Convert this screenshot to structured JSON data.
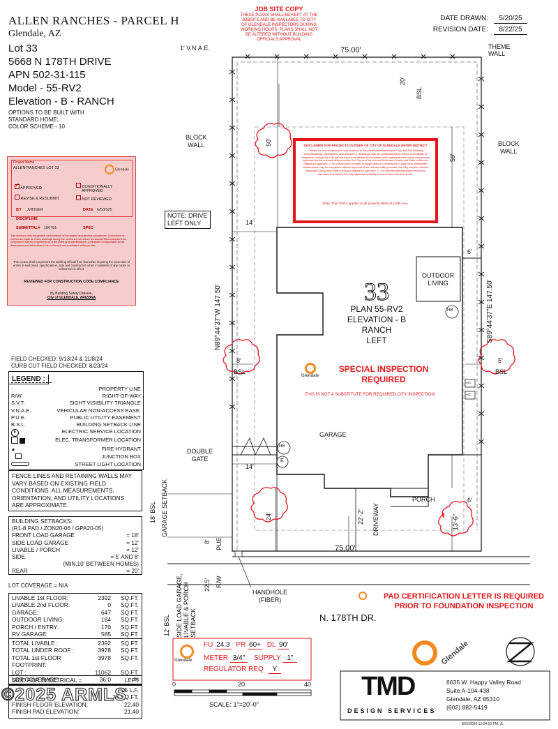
{
  "header": {
    "title": "ALLEN RANCHES - PARCEL H",
    "city": "Glendale, AZ",
    "lot": "Lot 33",
    "address": "5668 N 178TH DRIVE",
    "apn": "APN 502-31-115",
    "model": "Model - 55-RV2",
    "elevation": "Elevation - B - RANCH",
    "options_1": "OPTIONS TO BE BUILT WITH",
    "options_2": "STANDARD HOME:",
    "color_scheme": "COLOR SCHEME - 10"
  },
  "job_site": {
    "title": "JOB SITE COPY",
    "lines": [
      "THESE PLANS SHALL BE KEPT AT THE",
      "JOBSITE AND BE AVAILABLE TO CITY",
      "OF GLENDALE INSPECTORS DURING",
      "WORKING HOURS. PLANS SHALL NOT",
      "BE ALTERED WITHOUT BUILDING",
      "OFFICIALS APPROVAL"
    ]
  },
  "dates": {
    "drawn_label": "DATE DRAWN:",
    "drawn": "5/20/25",
    "revision_label": "REVISION DATE:",
    "revision": "8/22/25"
  },
  "review_stamp": {
    "project_name_label": "Project Name",
    "project_name": "ALLEN RANCHES LOT 33",
    "logo": "Glendale",
    "approved": "APPROVED",
    "conditionally_1": "CONDITIONALLY",
    "conditionally_2": "APPROVED",
    "revise": "REVISE & RESUBMIT",
    "not_reviewed": "NOT REVIEWED",
    "by_label": "BY",
    "by": "JVINGER",
    "date_label": "DATE",
    "date": "6/5/2025",
    "discipline_label": "DISCIPLINE",
    "submittal_label": "SUBMITTAL#",
    "submittal": "180781",
    "spec_label": "SPEC",
    "fine_1": "This review is only for general conformance of the project and general compliance. Corrections or comments made on these drawings during the review do not relieve Contractor/Subcontractor from compliance with the requirements of the plans and specifications. Contractor is responsible for all dimensions and fabrication to be confirmed and correlated at the job site.",
    "fine_2": "This review shall not prevent the Building Official from thereafter requiring the correction of errors in said plans, specifications, data and construction when in violation of any codes or ordinances in effect.",
    "reviewed": "REVIEWED FOR CONSTRUCTION CODE COMPLIANCE",
    "division_1": "By Building Safety Division,",
    "division_2": "City of GLENDALE, ARIZONA"
  },
  "disclaimer": {
    "title": "DISCLAIMER FOR PROJECTS OUTSIDE OF CITY OF GLENDALE WATER DISTRICT",
    "body": "Permits for new construction may continue at the permitholder/developer's risk with the following understandings, stipulations, and releases: 1. Buildings may be constructed and receive a certificate of completion, though the City will not issue a certificate of occupancy until wastewater and water services are approved by the relevant utility provider, the City, and the relevant Maricopa County and State of Arizona regulatory agencies. 2. No construction of water or sewer lines or connections to water and wastewater infrastructure may be completed without approval of the relevant utility provider, the City, and the relevant Maricopa County and State of Arizona regulatory agencies. 3. The permitholder/developer shall hold harmless and defend the City against any liability in connection with this permit.",
    "note": "Note: This ONLY applies to all projects West of 115th Ave."
  },
  "plan": {
    "lot_number": "33",
    "plan": "PLAN 55-RV2",
    "elevation": "ELEVATION - B",
    "ranch": "RANCH",
    "left": "LEFT",
    "outdoor_1": "OUTDOOR",
    "outdoor_2": "LIVING",
    "garage": "GARAGE",
    "porch": "PORCH",
    "driveway": "DRIVEWAY",
    "hb": "HB",
    "e": "E",
    "ac": "A/C",
    "special_1": "SPECIAL INSPECTION",
    "special_2": "REQUIRED",
    "glendale": "Glendale",
    "substitute": "THIS IS NOT A SUBSTITUTE FOR REQUIRED CITY INSPECTION",
    "vnae": "1' V.N.A.E.",
    "top_width": "75.00'",
    "bottom_width": "75.00'",
    "theme_1": "THEME",
    "theme_2": "WALL",
    "block_1": "BLOCK",
    "block_2": "WALL",
    "bsl_20": "20'",
    "bsl": "BSL",
    "dim_50": "50'",
    "dim_59": "59'",
    "dim_6": "6'",
    "dim_14": "14'",
    "dim_8": "8'",
    "dim_5": "5'",
    "dim_24": "24'",
    "dim_22_2": "22'-2\"",
    "dim_13_6": "13'-6\"",
    "dim_18": "18' BSL",
    "dim_22_5": "22.5'",
    "dim_12": "12' BSL",
    "west_bearing": "N89°44'37\"W 147.50'",
    "east_bearing": "S89°44'37\"E 147.50'",
    "note_drive_1": "NOTE: DRIVE",
    "note_drive_2": "LEFT ONLY",
    "double_1": "DOUBLE",
    "double_2": "GATE",
    "garage_setback": "GARAGE SETBACK",
    "side_load": "SIDE LOAD GARAGE, LIVABLE & PORCH SETBACK",
    "pue": "PUE",
    "rw": "R/W",
    "handhole_1": "HANDHOLE",
    "handhole_2": "(FIBER)",
    "street": "N. 178TH DR.",
    "pad_1": "PAD CERTIFICATION LETTER IS REQUIRED",
    "pad_2": "PRIOR TO FOUNDATION INSPECTION"
  },
  "field_checked": {
    "line1": "FIELD CHECKED: 9/13/24 & 11/8/24",
    "line2": "CURB CUT FIELD CHECKED: 8/23/24"
  },
  "legend": {
    "title": "LEGEND :",
    "items": [
      {
        "sym": "",
        "label": "PROPERTY LINE"
      },
      {
        "sym": "R/W",
        "label": "RIGHT-OF-WAY"
      },
      {
        "sym": "S.V.T.",
        "label": "SIGHT VISIBILITY TRIANGLE"
      },
      {
        "sym": "V.N.A.E.",
        "label": "VEHICULAR NON-ACCESS EASE."
      },
      {
        "sym": "P.U.E.",
        "label": "PUBLIC UTILITY EASEMENT"
      },
      {
        "sym": "B.S.L.",
        "label": "BUILDING SETBACK LINE"
      },
      {
        "sym": "E",
        "label": "ELECTRIC SERVICE LOCATION"
      },
      {
        "sym": "",
        "label": "ELEC. TRANSFORMER LOCATION"
      },
      {
        "sym": "",
        "label": "FIRE HYDRANT"
      },
      {
        "sym": "",
        "label": "JUNCTION BOX"
      },
      {
        "sym": "",
        "label": "STREET LIGHT LOCATION"
      }
    ]
  },
  "fence_note": {
    "lines": [
      "FENCE LINES AND RETAINING WALLS MAY",
      "VARY BASED ON EXISTING FIELD",
      "CONDITIONS. ALL MEASUREMENTS,",
      "ORIENTATION, AND UTILITY LOCATIONS",
      "ARE APPROXIMATE."
    ]
  },
  "setbacks": {
    "title": "BUILDING SETBACKS:",
    "subtitle": "(R1-8 PAD / ZON20-06 / GPA20-05)",
    "rows": [
      {
        "label": "FRONT LOAD GARAGE",
        "value": "= 18'"
      },
      {
        "label": "SIDE LOAD GARAGE",
        "value": "= 12'"
      },
      {
        "label": "LIVABLE / PORCH",
        "value": "= 12'"
      },
      {
        "label": "SIDE",
        "value": "= 5' AND 8'"
      }
    ],
    "between": "(MIN.10' BETWEEN HOMES)",
    "rear": "REAR",
    "rear_value": "= 20'"
  },
  "lot_coverage_note": "LOT COVERAGE = N/A",
  "areas": {
    "rows": [
      {
        "label": "LIVABLE 1st FLOOR:",
        "value": "2392",
        "unit": "SQ.FT."
      },
      {
        "label": "LIVABLE 2nd FLOOR:",
        "value": "0",
        "unit": "SQ.FT."
      },
      {
        "label": "GARAGE:",
        "value": "647",
        "unit": "SQ.FT."
      },
      {
        "label": "OUTDOOR LIVING:",
        "value": "184",
        "unit": "SQ.FT."
      },
      {
        "label": "PORCH / ENTRY:",
        "value": "170",
        "unit": "SQ.FT."
      },
      {
        "label": "RV GARAGE:",
        "value": "585",
        "unit": "SQ.FT."
      }
    ]
  },
  "totals": {
    "rows": [
      {
        "label": "TOTAL LIVABLE :",
        "value": "2392",
        "unit": "SQ.FT."
      },
      {
        "label": "TOTAL UNDER ROOF :",
        "value": "3978",
        "unit": "SQ.FT."
      },
      {
        "label": "TOTAL 1st FLOOR FOOTPRINT:",
        "value": "3978",
        "unit": "SQ.FT."
      },
      {
        "label": "LOT :",
        "value": "11062",
        "unit": "SQ.FT."
      },
      {
        "label": "LOT COVERAGE :",
        "value": "36.0",
        "unit": "%"
      }
    ]
  },
  "electrical": {
    "label": "SIDE FOR ELECTRICAL =",
    "value": "LEFT"
  },
  "elevations": {
    "finish_floor_label": "FINISH FLOOR ELEVATION:",
    "finish_floor": "22.40",
    "finish_pad_label": "FINISH PAD ELEVATION:",
    "finish_pad": "21.40",
    "partial_1": "25 L.F.",
    "partial_2": "75 SQ.FT."
  },
  "watermark": "©2025 ARMLS",
  "meter_box": {
    "fu_label": "FU",
    "fu": "24.3",
    "pr_label": "PR",
    "pr": "60+",
    "dl_label": "DL",
    "dl": "90'",
    "meter_label": "METER",
    "meter": "3/4\"",
    "supply_label": "SUPPLY",
    "supply": "1\"",
    "regulator_label": "REGULATOR REQ",
    "regulator": "Y",
    "logo": "Glendale"
  },
  "scale": {
    "t0": "0",
    "t20": "20",
    "t40": "40",
    "label": "SCALE: 1\"=20'-0\""
  },
  "company": {
    "logo": "TMD",
    "services": "DESIGN SERVICES",
    "address1": "6635 W. Happy Valley Road",
    "address2": "Suite A-104-438",
    "address3": "Glendale, AZ 85310",
    "phone": "(602) 882-5419",
    "stamp_logo": "Glendale"
  },
  "print_stamp": "8/22/2025 12:04:10 PM, JL",
  "colors": {
    "stamp_red": "#e4161b",
    "stamp_bg": "#f7cccc",
    "disclaimer_red": "#e4161b",
    "glendale_orange": "#f28a1e"
  }
}
